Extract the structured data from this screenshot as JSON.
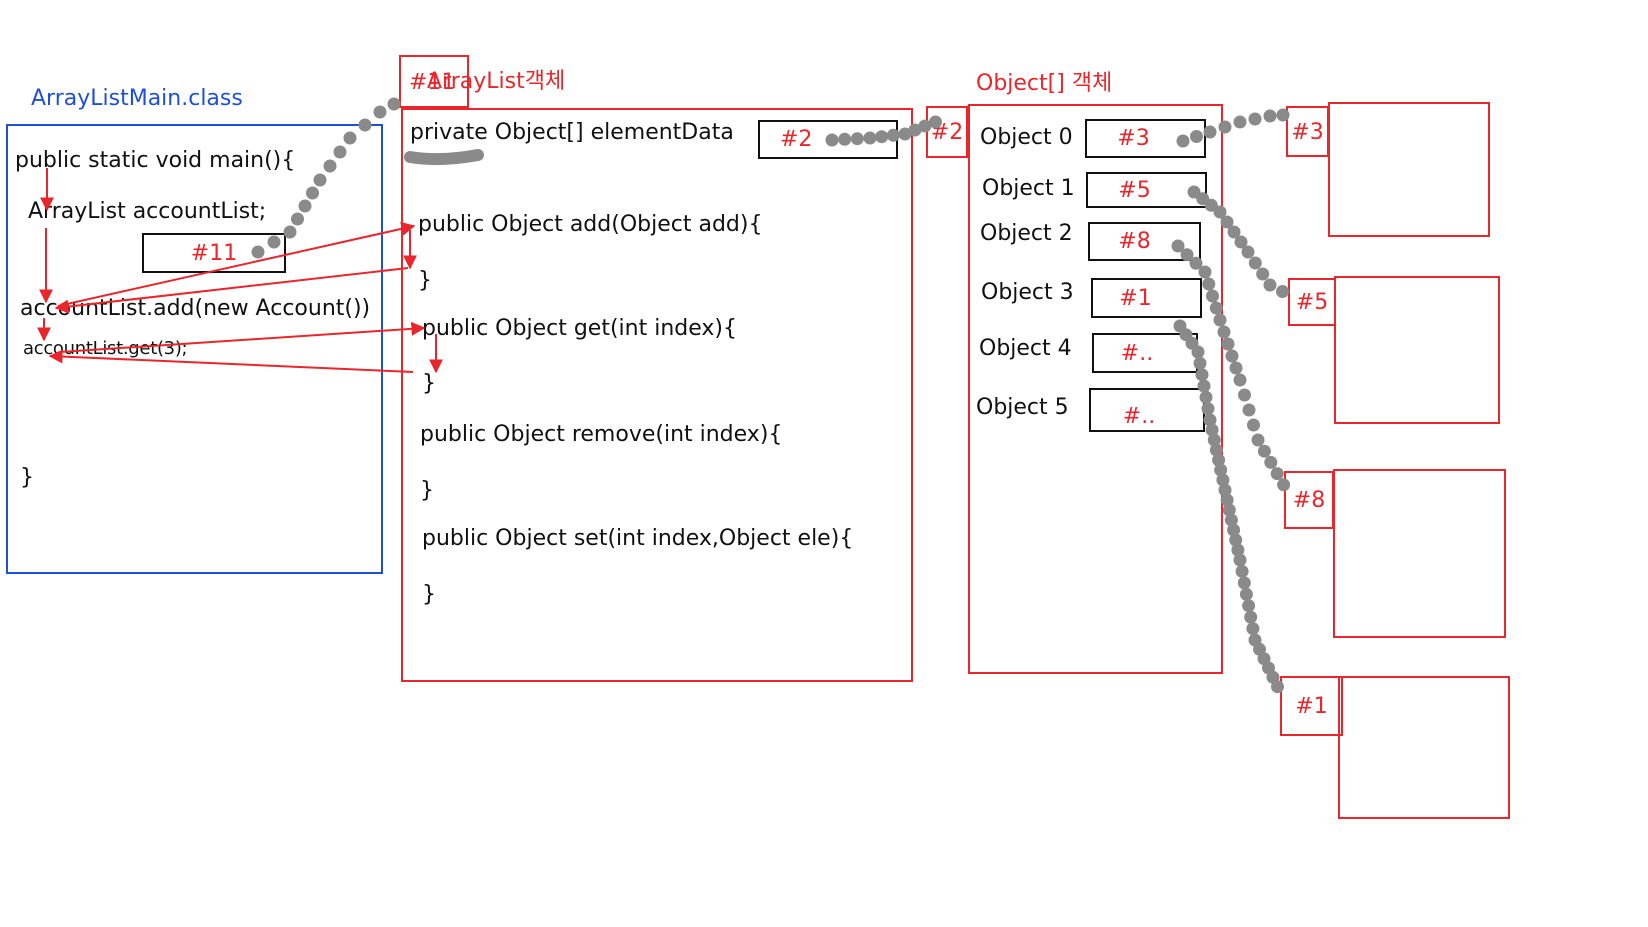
{
  "main_class": {
    "title": "ArrayListMain.class",
    "lines": [
      "public static void main(){",
      "ArrayList accountList;",
      "accountList.add(new Account())",
      "accountList.get(3);",
      "}"
    ],
    "ref_box": "#11"
  },
  "arraylist_object": {
    "title": "ArrayList객체",
    "addr_label": "#11",
    "field": "private Object[] elementData",
    "field_ref": "#2",
    "methods": [
      "public Object add(Object add){",
      "}",
      "public Object get(int index){",
      "}",
      "public Object remove(int index){",
      "}",
      "public Object set(int index,Object ele){",
      "}"
    ]
  },
  "object_array": {
    "title": "Object[] 객체",
    "addr_label": "#2",
    "slots": [
      {
        "label": "Object 0",
        "ref": "#3"
      },
      {
        "label": "Object 1",
        "ref": "#5"
      },
      {
        "label": "Object 2",
        "ref": "#8"
      },
      {
        "label": "Object 3",
        "ref": "#1"
      },
      {
        "label": "Object 4",
        "ref": "#.."
      },
      {
        "label": "Object 5",
        "ref": "#.."
      }
    ]
  },
  "heap_objects": [
    {
      "addr": "#3"
    },
    {
      "addr": "#5"
    },
    {
      "addr": "#8"
    },
    {
      "addr": "#1"
    }
  ],
  "colors": {
    "blue": "#1f4fd6",
    "red": "#e8262b",
    "black": "#111111",
    "dots": "#8a8a8a"
  }
}
